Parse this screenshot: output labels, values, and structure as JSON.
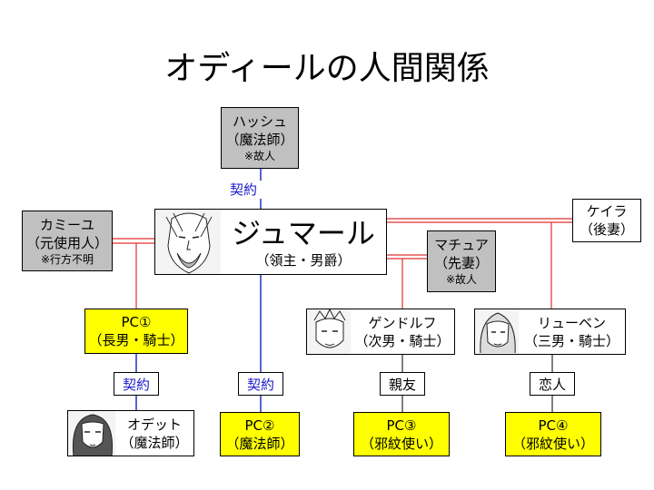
{
  "title": "オディールの人間関係",
  "hasshu": {
    "name": "ハッシュ",
    "role": "（魔法師）",
    "note": "※故人"
  },
  "kamiyu": {
    "name": "カミーユ",
    "role": "（元使用人）",
    "note": "※行方不明"
  },
  "jumarl": {
    "name": "ジュマール",
    "role": "（領主・男爵）"
  },
  "keira": {
    "name": "ケイラ",
    "role": "（後妻）"
  },
  "machua": {
    "name": "マチュア",
    "role": "（先妻）",
    "note": "※故人"
  },
  "pc1": {
    "name": "PC①",
    "role": "（長男・騎士）"
  },
  "gendorf": {
    "name": "ゲンドルフ",
    "role": "（次男・騎士）"
  },
  "ruben": {
    "name": "リューベン",
    "role": "（三男・騎士）"
  },
  "odette": {
    "name": "オデット",
    "role": "（魔法師）"
  },
  "pc2": {
    "name": "PC②",
    "role": "（魔法師）"
  },
  "pc3": {
    "name": "PC③",
    "role": "（邪紋使い）"
  },
  "pc4": {
    "name": "PC④",
    "role": "（邪紋使い）"
  },
  "labels": {
    "contract_top": "契約",
    "contract_left": "契約",
    "contract_mid": "契約",
    "friend": "親友",
    "lover": "恋人"
  },
  "colors": {
    "family_line": "#e03030",
    "contract_line": "#2030c0",
    "gray_box": "#c0c0c0",
    "pc_box": "#ffff00"
  }
}
